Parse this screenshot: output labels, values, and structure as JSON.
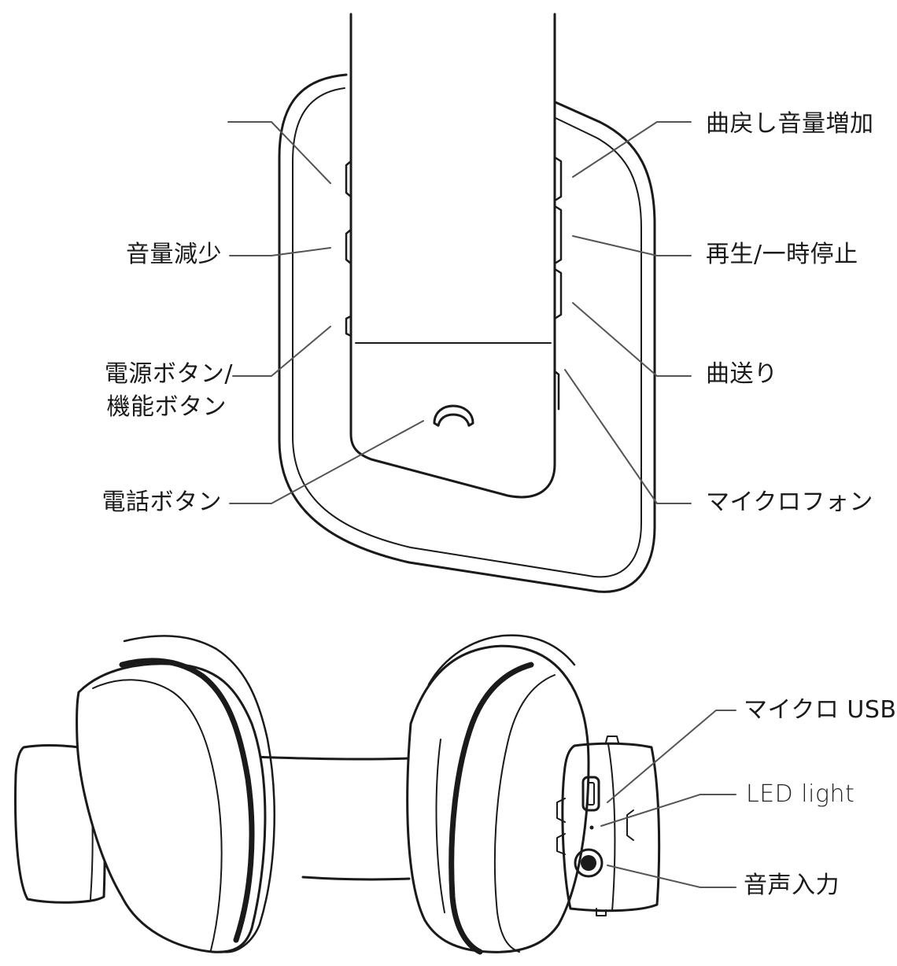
{
  "colors": {
    "line": "#1a1a1a",
    "leader": "#555555",
    "fill": "#ffffff"
  },
  "labels": {
    "volume_up_prev": "曲戻し音量増加",
    "volume_down": "音量減少",
    "play_pause": "再生/一時停止",
    "power_line1": "電源ボタン/",
    "power_line2": "機能ボタン",
    "next_track": "曲送り",
    "phone": "電話ボタン",
    "microphone": "マイクロフォン",
    "micro_usb": "マイクロ USB",
    "led_light": "LED light",
    "audio_in": "音声入力"
  },
  "icons": {
    "phone": "phone-handset-icon"
  }
}
